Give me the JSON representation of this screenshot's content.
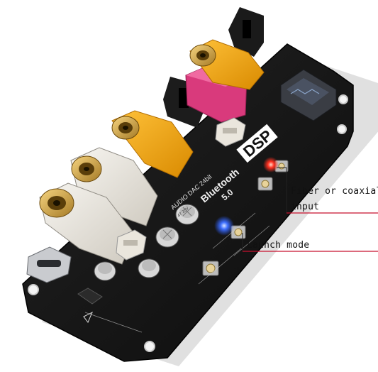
{
  "annotations": {
    "fiber_line1": "Fiber or coaxial",
    "fiber_line2": "input",
    "launch": "Launch mode"
  },
  "board_silkscreen": {
    "dsp": "DSP",
    "bluetooth": "Bluetooth",
    "version": "5.0",
    "audio_dac": "AUDIO DAC 24bit",
    "cap_value": "47 35V"
  },
  "colors": {
    "pcb": "#141414",
    "rca_yellow": "#f2a20c",
    "spdif_magenta": "#d93a7c",
    "rca_white": "#e9e6df",
    "callout_red": "#c8102e",
    "led_blue": "#2a5cff",
    "led_red": "#ff3020"
  }
}
